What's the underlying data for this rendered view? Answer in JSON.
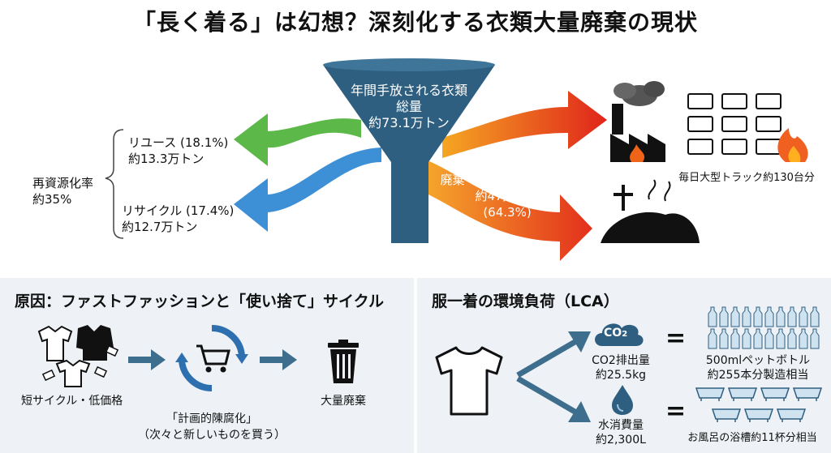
{
  "title": "「長く着る」は幻想？深刻化する衣類大量廃棄の現状",
  "funnel": {
    "line1": "年間手放される衣類",
    "line2": "総量",
    "line3": "約73.1万トン"
  },
  "reuse": {
    "line1": "リユース (18.1%)",
    "line2": "約13.3万トン"
  },
  "recycle": {
    "line1": "リサイクル (17.4%)",
    "line2": "約12.7万トン"
  },
  "recycle_rate": {
    "line1": "再資源化率",
    "line2": "約35%"
  },
  "disposal": {
    "line1": "廃棄（焼却・埋め立て）",
    "line2": "約47万トン",
    "line3": "(64.3%)"
  },
  "truck_label": "毎日大型トラック約130台分",
  "cause_panel": {
    "title": "原因：ファストファッションと「使い捨て」サイクル",
    "clothes_label": "短サイクル・低価格",
    "cycle_line1": "「計画的陳腐化」",
    "cycle_line2": "（次々と新しいものを買う）",
    "trash_label": "大量廃棄"
  },
  "lca_panel": {
    "title": "服一着の環境負荷（LCA）",
    "co2_symbol": "CO",
    "co2_sub": "2",
    "co2_line1": "CO2排出量",
    "co2_line2": "約25.5kg",
    "equals": "=",
    "bottles_line1": "500mlペットボトル",
    "bottles_line2": "約255本分製造相当",
    "water_line1": "水消費量",
    "water_line2": "約2,300L",
    "bath_label": "お風呂の浴槽約11杯分相当"
  },
  "colors": {
    "funnel": "#2e5f80",
    "reuse_arrow": "#5cb848",
    "recycle_arrow": "#3d8fd6",
    "disposal_start": "#f5a623",
    "disposal_end": "#e0241b",
    "panel_bg": "#eef2f6",
    "arrow_dark": "#3e6e8e"
  }
}
